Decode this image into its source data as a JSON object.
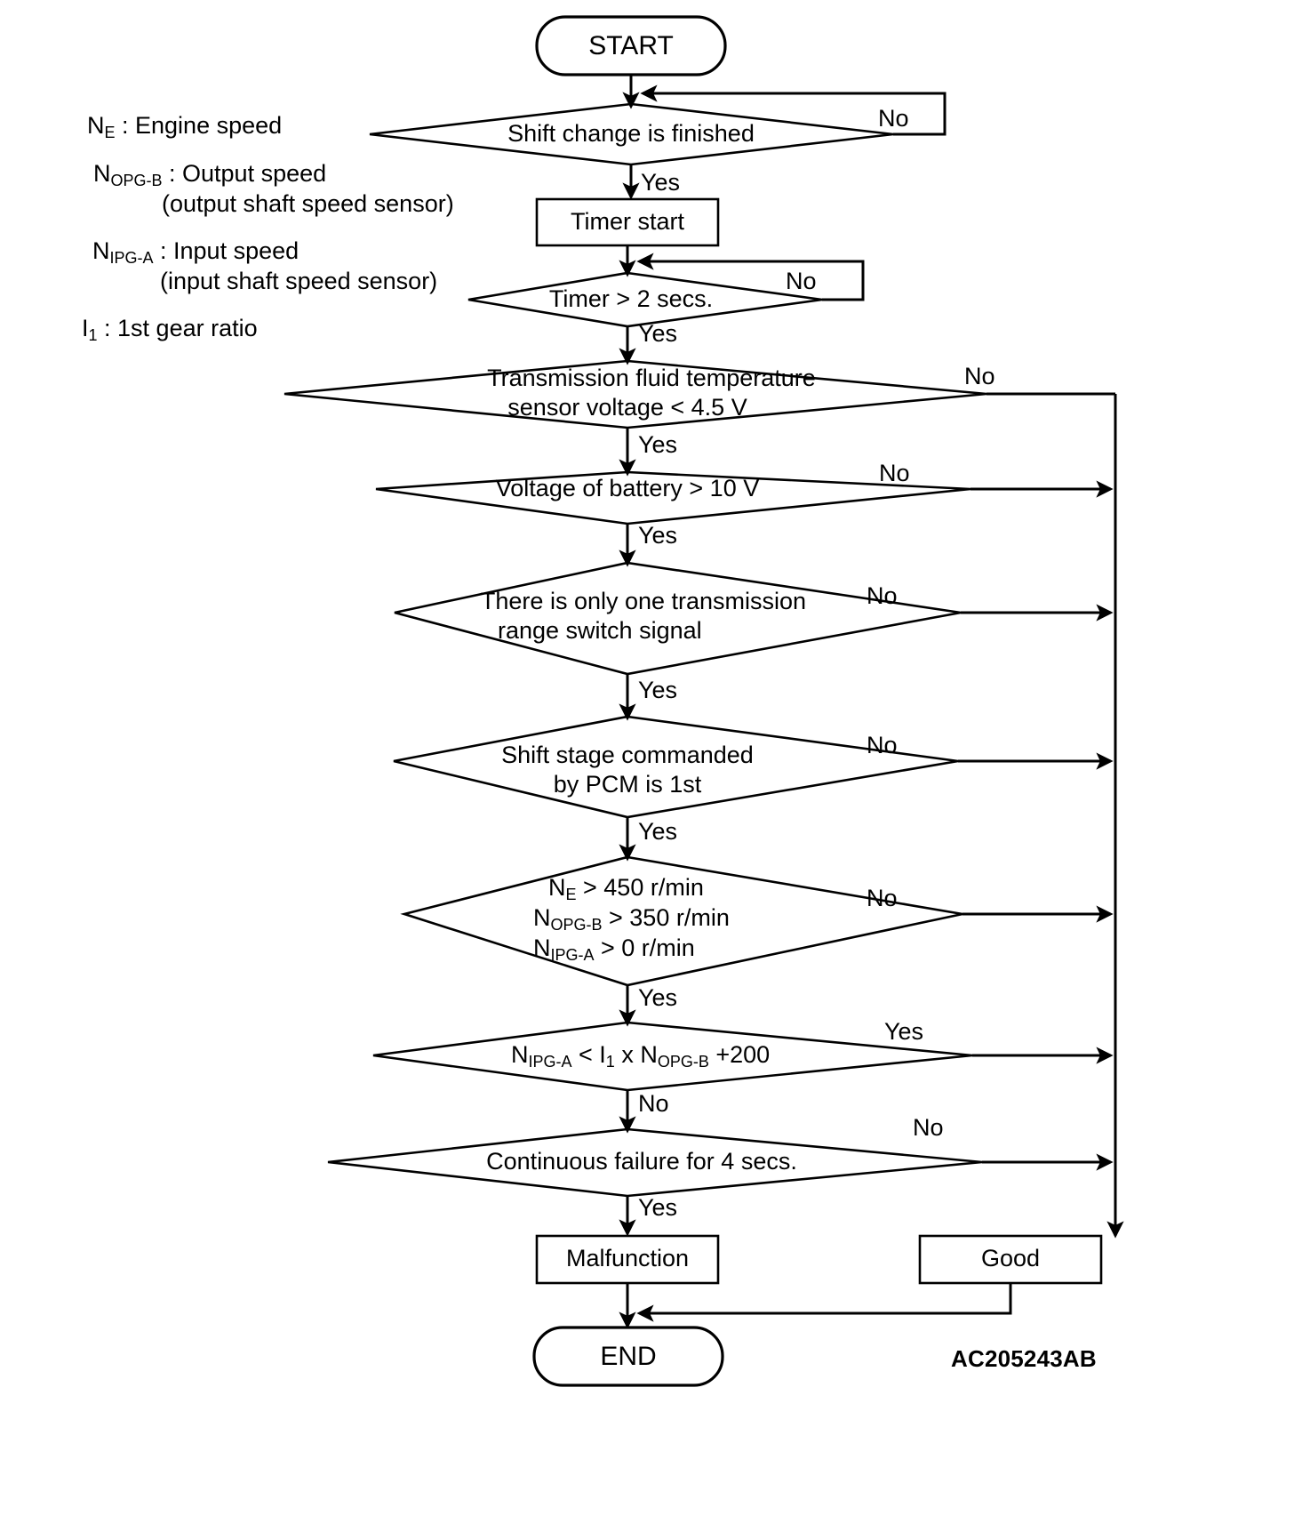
{
  "diagram": {
    "title_code": "AC205243AB",
    "legend": [
      {
        "symbol": "N",
        "sub": "E",
        "text": " : Engine speed",
        "line2": ""
      },
      {
        "symbol": "N",
        "sub": "OPG-B",
        "text": " : Output speed",
        "line2": "(output shaft speed sensor)"
      },
      {
        "symbol": "N",
        "sub": "IPG-A",
        "text": " : Input speed",
        "line2": "(input shaft speed sensor)"
      },
      {
        "symbol": "I",
        "sub": "1",
        "text": " : 1st gear ratio",
        "line2": ""
      }
    ],
    "nodes": {
      "start": "START",
      "end": "END",
      "timer_start": "Timer start",
      "malfunction": "Malfunction",
      "good": "Good",
      "d1": "Shift change is finished",
      "d2": "Timer > 2 secs.",
      "d3_line1": "Transmission fluid temperature",
      "d3_line2": "sensor voltage < 4.5 V",
      "d4": "Voltage of battery > 10 V",
      "d5_line1": "There is only one transmission",
      "d5_line2": "range switch signal",
      "d6_line1": "Shift stage commanded",
      "d6_line2": "by PCM is 1st",
      "d7_line1_sym": "N",
      "d7_line1_sub": "E",
      "d7_line1_rest": " > 450 r/min",
      "d7_line2_sym": "N",
      "d7_line2_sub": "OPG-B",
      "d7_line2_rest": " > 350 r/min",
      "d7_line3_sym": "N",
      "d7_line3_sub": "IPG-A",
      "d7_line3_rest": " > 0 r/min",
      "d8_sym1": "N",
      "d8_sub1": "IPG-A",
      "d8_mid1": " < I",
      "d8_sub2": "1",
      "d8_mid2": " x N",
      "d8_sub3": "OPG-B",
      "d8_tail": " +200",
      "d9": "Continuous failure for 4 secs."
    },
    "branch_labels": {
      "yes": "Yes",
      "no": "No",
      "d1_no": "No",
      "d1_yes": "Yes",
      "d2_no": "No",
      "d2_yes": "Yes",
      "d3_no": "No",
      "d3_yes": "Yes",
      "d4_no": "No",
      "d4_yes": "Yes",
      "d5_no": "No",
      "d5_yes": "Yes",
      "d6_no": "No",
      "d6_yes": "Yes",
      "d7_no": "No",
      "d7_yes": "Yes",
      "d8_yes": "Yes",
      "d8_no": "No",
      "d9_no": "No",
      "d9_yes": "Yes"
    },
    "colors": {
      "stroke": "#000000",
      "background": "#ffffff"
    }
  }
}
